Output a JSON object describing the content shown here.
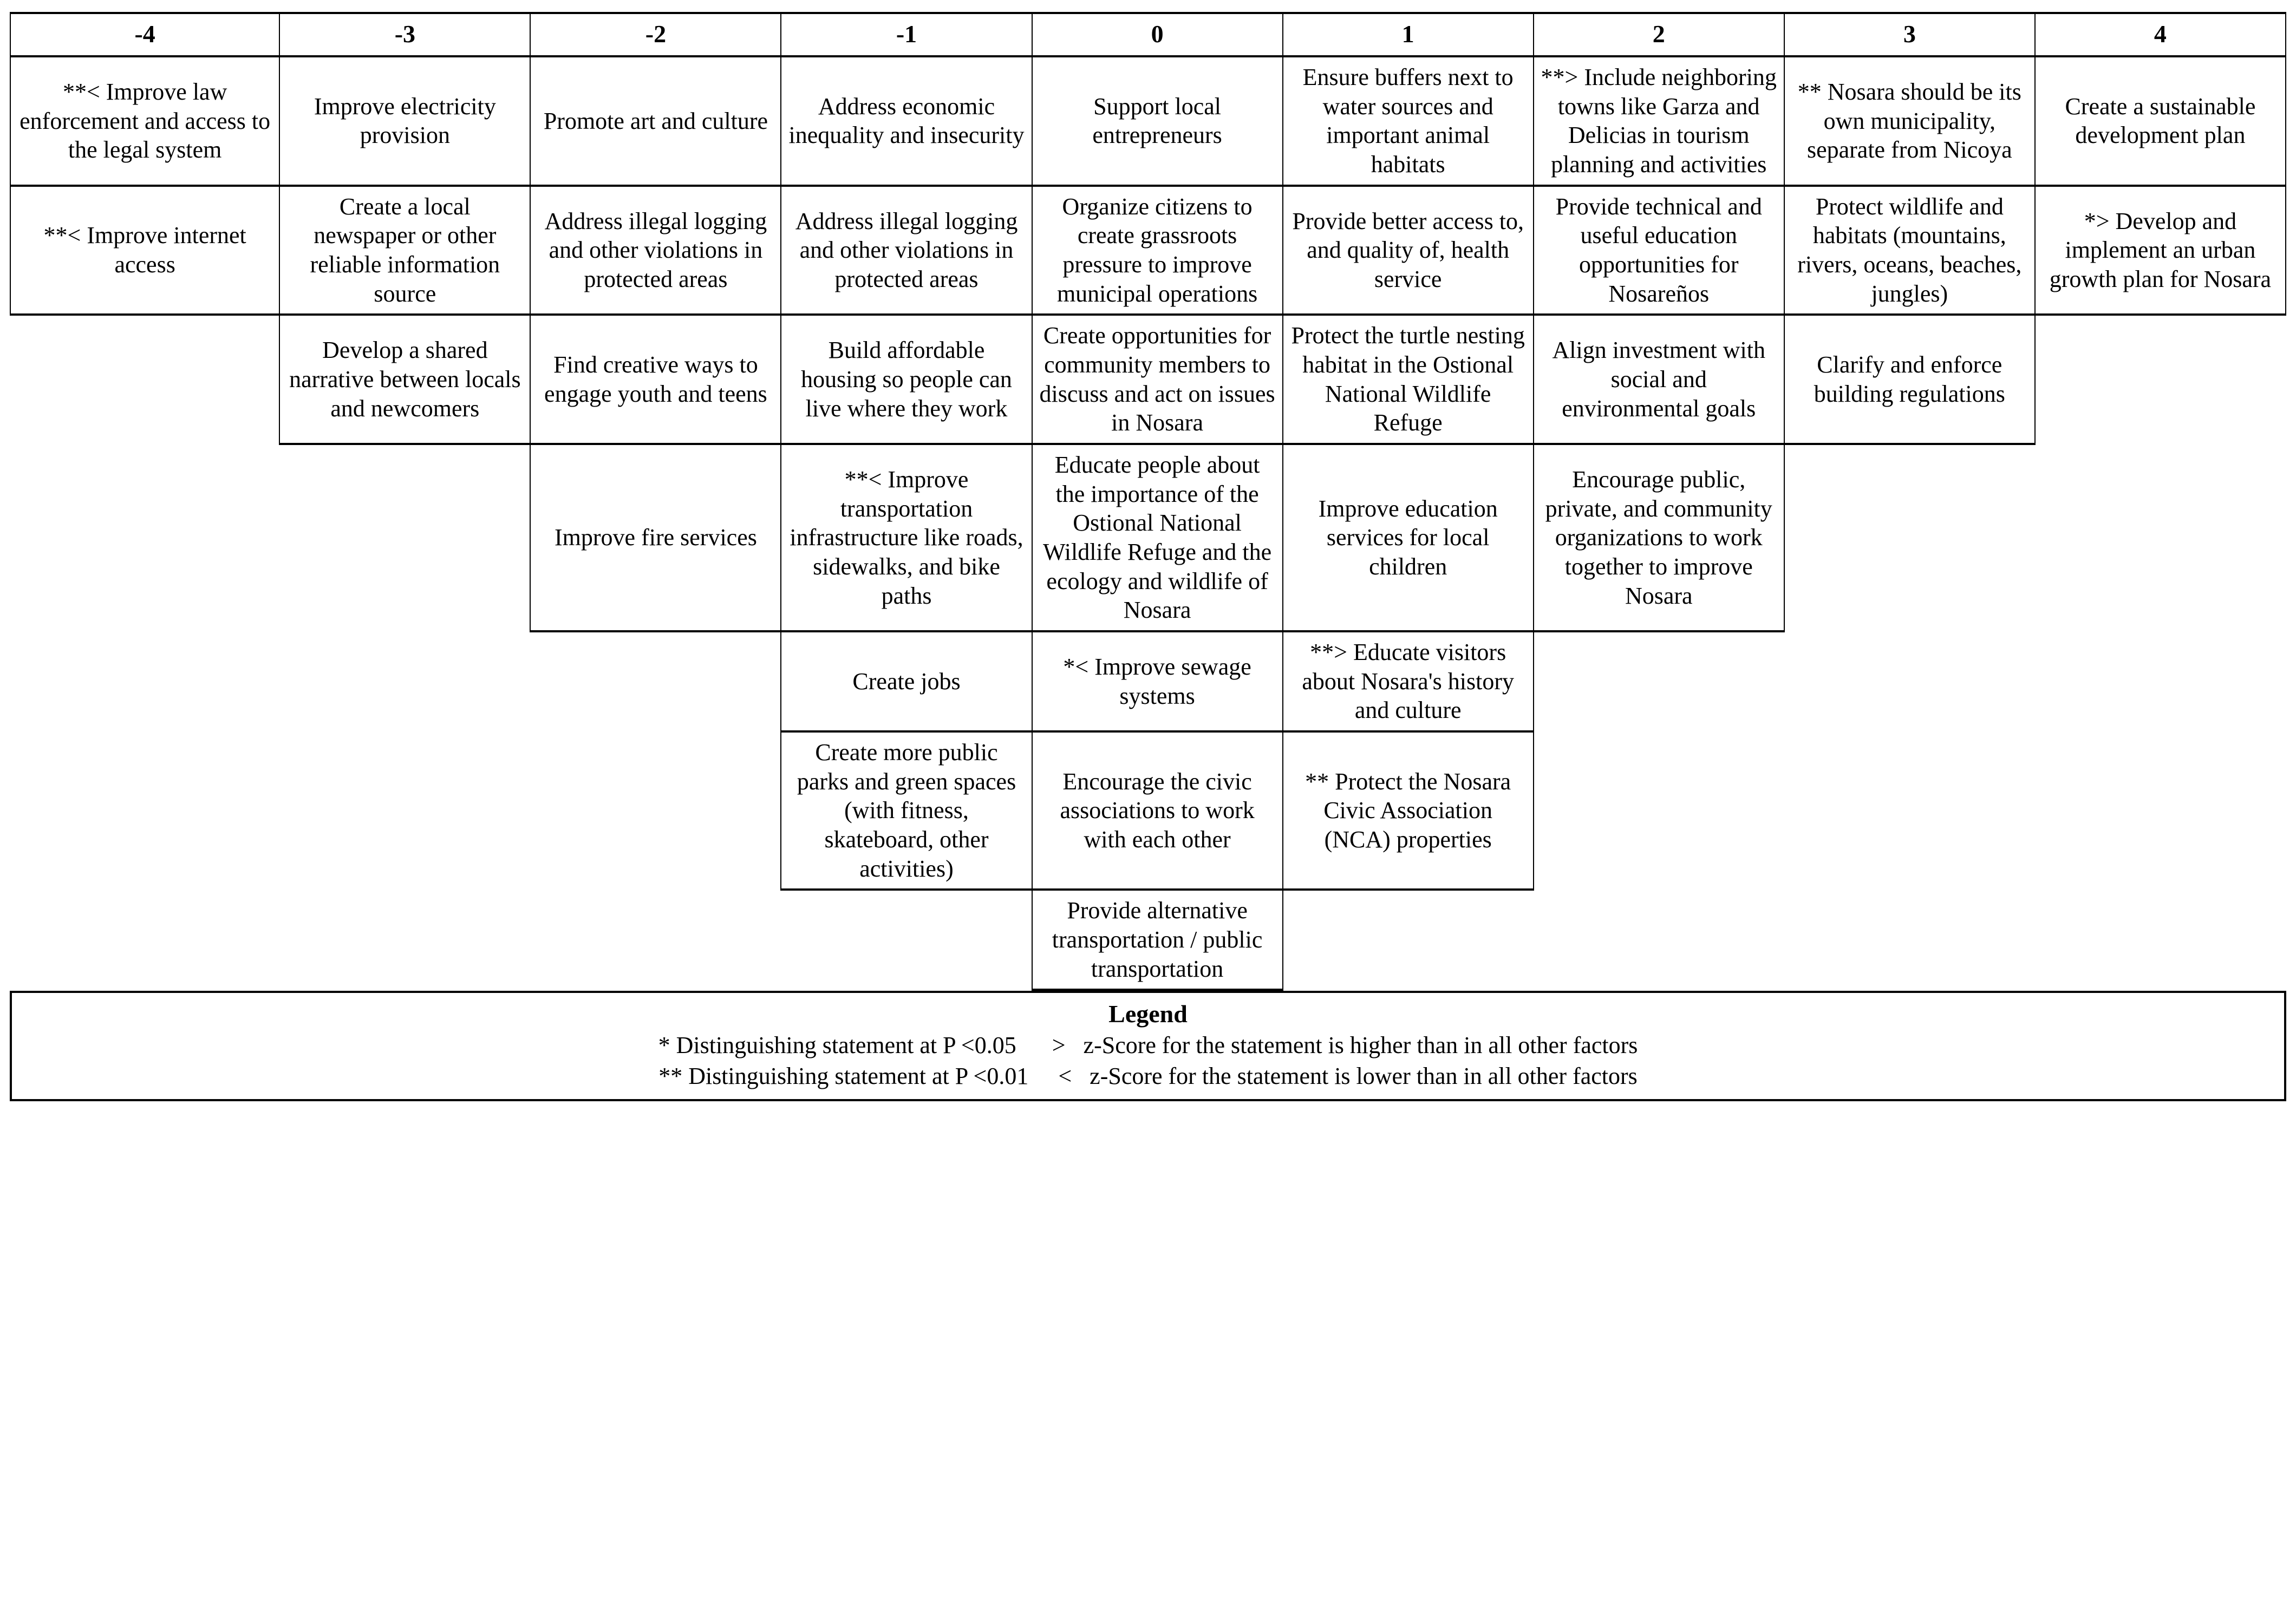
{
  "table": {
    "column_headers": [
      "-4",
      "-3",
      "-2",
      "-1",
      "0",
      "1",
      "2",
      "3",
      "4"
    ],
    "rows": [
      [
        "**< Improve law enforcement and access to the legal system",
        "Improve electricity provision",
        "Promote art and culture",
        "Address economic inequality and insecurity",
        "Support local entrepreneurs",
        "Ensure buffers next to water sources and important animal habitats",
        "**> Include neighboring towns like Garza and Delicias in tourism planning and activities",
        "** Nosara should be its own municipality, separate from Nicoya",
        "Create a sustainable development plan"
      ],
      [
        "**< Improve internet access",
        "Create a local newspaper or other reliable information source",
        "Address illegal logging and other violations in protected areas",
        "Address illegal logging and other violations in protected areas",
        "Organize citizens to create grassroots pressure to improve municipal operations",
        "Provide better access to, and quality of, health service",
        "Provide technical and useful education opportunities for Nosareños",
        "Protect wildlife and habitats (mountains, rivers, oceans, beaches, jungles)",
        "*> Develop and implement an urban growth plan for Nosara"
      ],
      [
        "",
        "Develop a shared narrative between locals and newcomers",
        "Find creative ways to engage youth and teens",
        "Build affordable housing so people can live where they work",
        "Create opportunities for community members to discuss and act on issues in Nosara",
        "Protect the turtle nesting habitat in the Ostional National Wildlife Refuge",
        "Align investment with social and environmental goals",
        "Clarify and enforce building regulations",
        ""
      ],
      [
        "",
        "",
        "Improve fire services",
        "**< Improve transportation infrastructure like roads, sidewalks, and bike paths",
        "Educate people about the importance of the Ostional National Wildlife Refuge and the ecology and wildlife of Nosara",
        "Improve education services for local children",
        "Encourage public, private, and community organizations to work together to improve Nosara",
        "",
        ""
      ],
      [
        "",
        "",
        "",
        "Create jobs",
        "*< Improve sewage systems",
        "**> Educate visitors about Nosara's history and culture",
        "",
        "",
        ""
      ],
      [
        "",
        "",
        "",
        "Create more public parks and green spaces (with fitness, skateboard, other activities)",
        "Encourage the civic associations to work with each other",
        "** Protect the Nosara Civic Association (NCA) properties",
        "",
        "",
        ""
      ],
      [
        "",
        "",
        "",
        "",
        "Provide alternative transportation / public transportation",
        "",
        "",
        "",
        ""
      ]
    ]
  },
  "legend": {
    "title": "Legend",
    "line1": "* Distinguishing statement at P <0.05      >   z-Score for the statement is higher than in all other factors",
    "line2": "** Distinguishing statement at P <0.01     <   z-Score for the statement is lower than in all other factors"
  }
}
